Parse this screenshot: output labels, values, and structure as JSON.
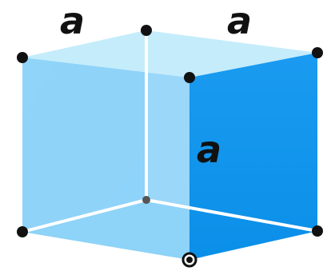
{
  "diagram": {
    "edge_labels": {
      "top_left": "a",
      "top_right": "a",
      "front_vertical": "a"
    }
  },
  "colors": {
    "top_face": "#c5ecfb",
    "left_face": "#8fd3f8",
    "bottom_face": "#7fcdf6",
    "front_face": "#0a8fe8",
    "front_face_top": "#1a9bf0",
    "hidden_edge": "#ffffff",
    "vertex": "#111111",
    "hidden_vertex": "#555555"
  }
}
